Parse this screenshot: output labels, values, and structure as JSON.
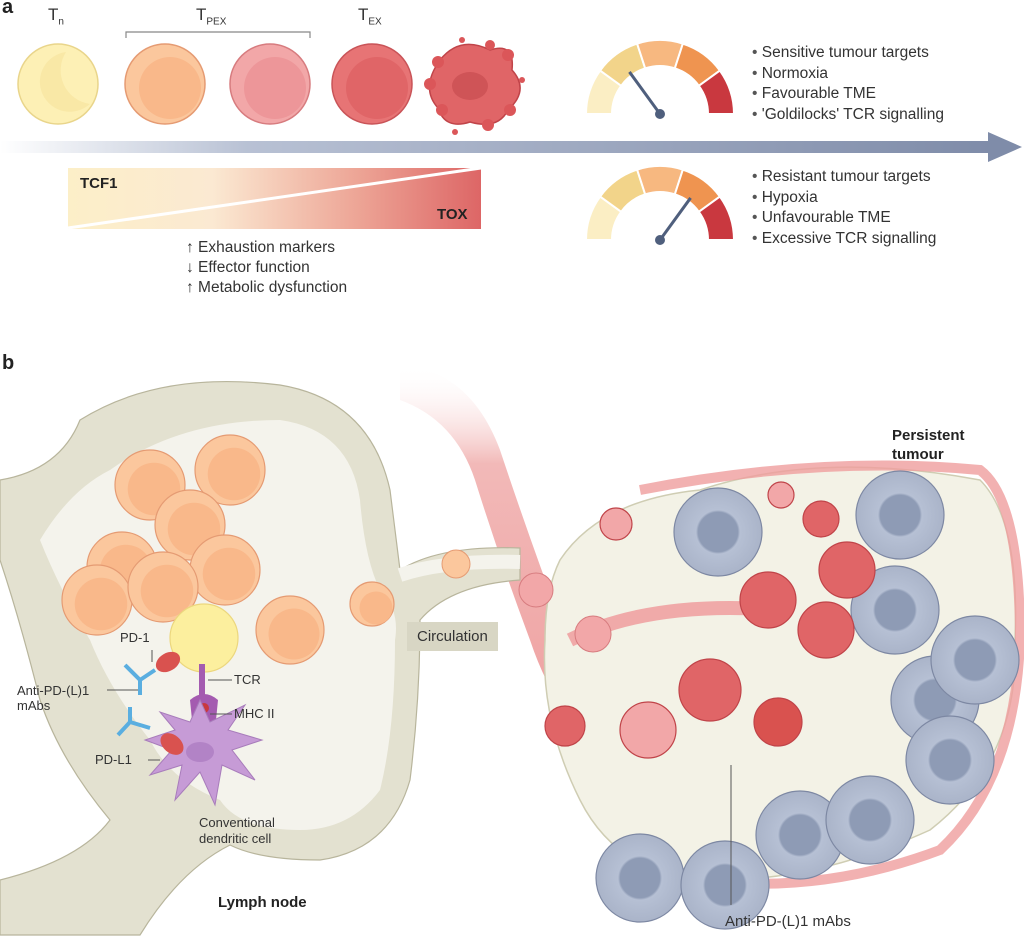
{
  "panel_a": {
    "label": "a",
    "cells": [
      {
        "name": "naive",
        "label_main": "T",
        "label_sub": "n"
      },
      {
        "name": "progenitor-exhausted",
        "label_main": "T",
        "label_sub": "PEX"
      },
      {
        "name": "terminally-exhausted",
        "label_main": "T",
        "label_sub": "EX"
      }
    ],
    "gradient": {
      "left_label": "TCF1",
      "right_label": "TOX"
    },
    "effects": [
      "↑ Exhaustion markers",
      "↓ Effector function",
      "↑ Metabolic dysfunction"
    ],
    "gauge_top": {
      "needle_segment": 2,
      "bullets": [
        "Sensitive tumour targets",
        "Normoxia",
        "Favourable TME",
        "'Goldilocks' TCR signalling"
      ]
    },
    "gauge_bottom": {
      "needle_segment": 4,
      "bullets": [
        "Resistant tumour targets",
        "Hypoxia",
        "Unfavourable TME",
        "Excessive TCR signalling"
      ]
    },
    "gauge_colors": [
      "#fbeec4",
      "#f2d48a",
      "#f7b880",
      "#ef9450",
      "#c9383f"
    ]
  },
  "panel_b": {
    "label": "b",
    "lymph_node_label": "Lymph node",
    "circulation_label": "Circulation",
    "tumour_label_line1": "Persistent",
    "tumour_label_line2": "tumour",
    "labels": {
      "pd1": "PD-1",
      "anti_pd_l1_line1": "Anti-PD-(L)1",
      "anti_pd_l1_line2": "mAbs",
      "tcr": "TCR",
      "mhc": "MHC II",
      "pd_l1": "PD-L1",
      "dc_line1": "Conventional",
      "dc_line2": "dendritic cell",
      "anti_pd_l1_bottom": "Anti-PD-(L)1 mAbs"
    }
  }
}
